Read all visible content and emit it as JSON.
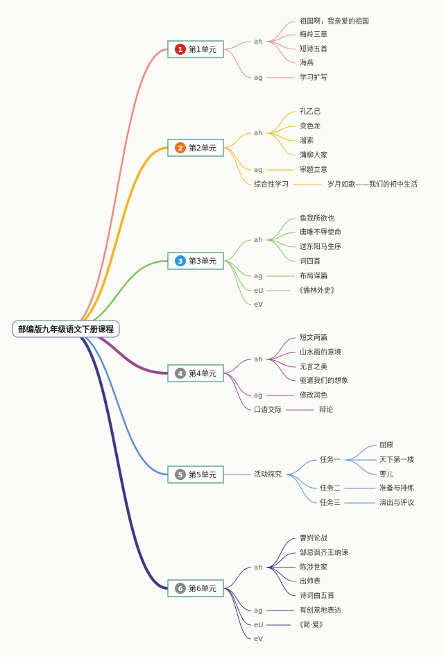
{
  "root": {
    "label": "部编版九年级语文下册课程"
  },
  "colors": {
    "root_border": "#7b8ea8",
    "unit_border": "#4e9a80",
    "branches": [
      "#ef8a80",
      "#f5b521",
      "#7dc565",
      "#9b4a8e",
      "#5b8fd0",
      "#3c3a8a"
    ],
    "badges": [
      "#e02020",
      "#e8741a",
      "#2a9ad8",
      "#888888",
      "#888888",
      "#888888"
    ]
  },
  "units": [
    {
      "num": "1",
      "label": "第1单元",
      "groups": [
        {
          "label": "ah",
          "items": [
            "祖国啊，我亲爱的祖国",
            "梅岭三章",
            "短诗五首",
            "海燕"
          ]
        },
        {
          "label": "ag",
          "items": [
            "学习扩写"
          ]
        }
      ]
    },
    {
      "num": "2",
      "label": "第2单元",
      "groups": [
        {
          "label": "ah",
          "items": [
            "孔乙己",
            "变色龙",
            "溜索",
            "蒲柳人家"
          ]
        },
        {
          "label": "ag",
          "items": [
            "审题立意"
          ]
        },
        {
          "label": "综合性学习",
          "items": [
            "岁月如歌——我们的初中生活"
          ]
        }
      ]
    },
    {
      "num": "3",
      "label": "第3单元",
      "groups": [
        {
          "label": "ah",
          "items": [
            "鱼我所欲也",
            "唐雎不辱使命",
            "送东阳马生序",
            "词四首"
          ]
        },
        {
          "label": "ag",
          "items": [
            "布局谋篇"
          ]
        },
        {
          "label": "eU",
          "items": [
            "《儒林外史》"
          ]
        },
        {
          "label": "eV",
          "items": []
        }
      ]
    },
    {
      "num": "4",
      "label": "第4单元",
      "groups": [
        {
          "label": "ah",
          "items": [
            "短文两篇",
            "山水画的意境",
            "无言之美",
            "驱遣我们的想象"
          ]
        },
        {
          "label": "ag",
          "items": [
            "修改润色"
          ]
        },
        {
          "label": "口语交际",
          "items": [
            "辩论"
          ]
        }
      ]
    },
    {
      "num": "5",
      "label": "第5单元",
      "groups": [
        {
          "label": "活动探究",
          "subgroups": [
            {
              "label": "任务一",
              "items": [
                "屈原",
                "天下第一楼",
                "枣儿"
              ]
            },
            {
              "label": "任务二",
              "items": [
                "准备与排练"
              ]
            },
            {
              "label": "任务三",
              "items": [
                "演出与评议"
              ]
            }
          ]
        }
      ]
    },
    {
      "num": "6",
      "label": "第6单元",
      "groups": [
        {
          "label": "ah",
          "items": [
            "曹刿论战",
            "邹忌讽齐王纳谏",
            "陈涉世家",
            "出师表",
            "诗词曲五首"
          ]
        },
        {
          "label": "ag",
          "items": [
            "有创意地表达"
          ]
        },
        {
          "label": "eU",
          "items": [
            "《简·爱》"
          ]
        },
        {
          "label": "eV",
          "items": []
        }
      ]
    }
  ]
}
